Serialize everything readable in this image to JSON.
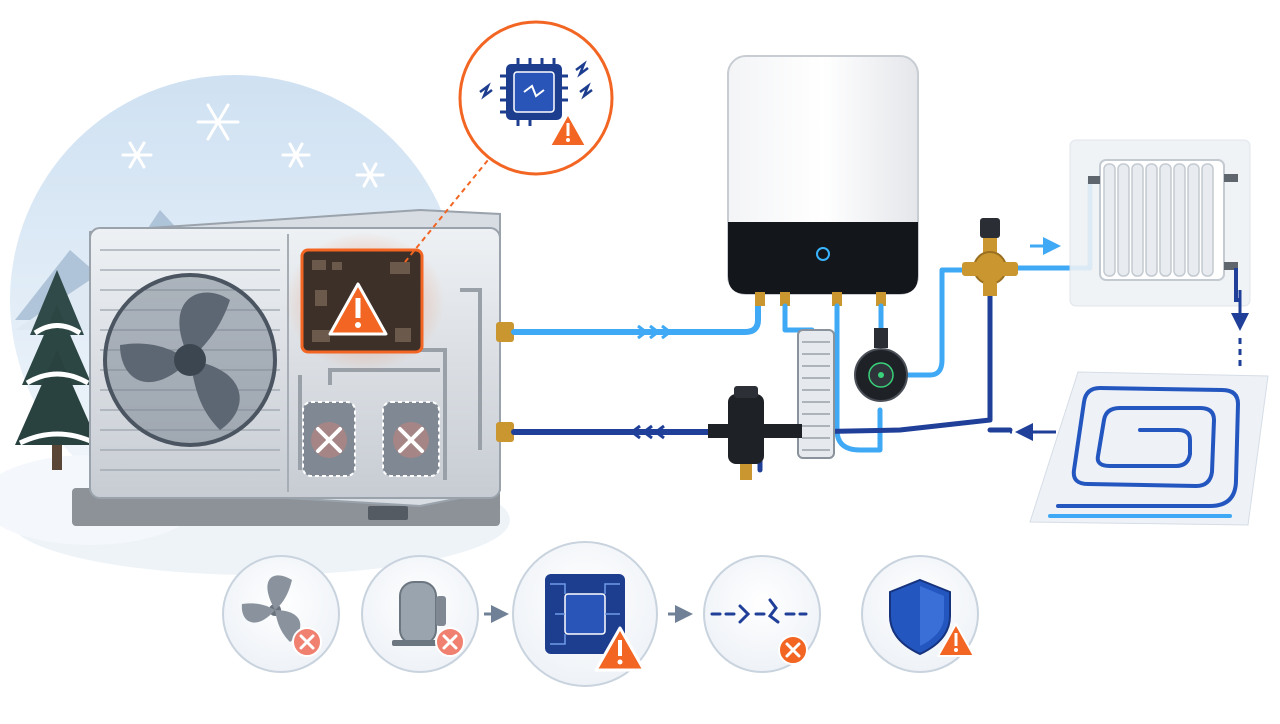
{
  "colors": {
    "background": "#ffffff",
    "supply_pipe": "#3fa9f5",
    "return_pipe": "#1f3f99",
    "fault_orange": "#f26522",
    "fail_red": "#f08070",
    "circuit_blue": "#1d3d8f",
    "unit_grey": "#cfd4da",
    "shield_blue": "#2456c0",
    "brass": "#c9962f",
    "boiler_panel": "#13161b",
    "boiler_led": "#39b5ff"
  },
  "diagram": {
    "components": [
      {
        "id": "outdoor-unit",
        "icon": "heat-pump-outdoor-unit-icon"
      },
      {
        "id": "fan",
        "icon": "fan-icon"
      },
      {
        "id": "control-board",
        "icon": "circuit-board-icon",
        "status": "fault"
      },
      {
        "id": "compressor-left",
        "icon": "compressor-icon",
        "status": "failed"
      },
      {
        "id": "compressor-right",
        "icon": "compressor-icon",
        "status": "failed"
      },
      {
        "id": "zoom-callout",
        "icon": "chip-fault-icon"
      },
      {
        "id": "indoor-boiler",
        "icon": "wall-boiler-icon"
      },
      {
        "id": "plate-heat-exchanger",
        "icon": "heat-exchanger-icon"
      },
      {
        "id": "circulation-pump",
        "icon": "pump-icon"
      },
      {
        "id": "magnetic-filter",
        "icon": "filter-icon"
      },
      {
        "id": "mixing-valve",
        "icon": "valve-icon"
      },
      {
        "id": "radiator",
        "icon": "radiator-icon"
      },
      {
        "id": "underfloor-heating",
        "icon": "underfloor-coil-icon"
      }
    ],
    "flows": [
      {
        "id": "supply",
        "direction": "outdoor-to-indoor"
      },
      {
        "id": "return",
        "direction": "indoor-to-outdoor"
      }
    ]
  },
  "sequence": [
    {
      "id": "fan-fail",
      "icon": "fan-icon",
      "badge": "error-x-icon"
    },
    {
      "id": "compressor-fail",
      "icon": "compressor-icon",
      "badge": "error-x-icon"
    },
    {
      "id": "board-fault",
      "icon": "circuit-board-icon",
      "badge": "warning-icon"
    },
    {
      "id": "signal-loss",
      "icon": "broken-signal-icon",
      "badge": "error-x-icon"
    },
    {
      "id": "protection",
      "icon": "shield-icon",
      "badge": "warning-icon"
    }
  ]
}
